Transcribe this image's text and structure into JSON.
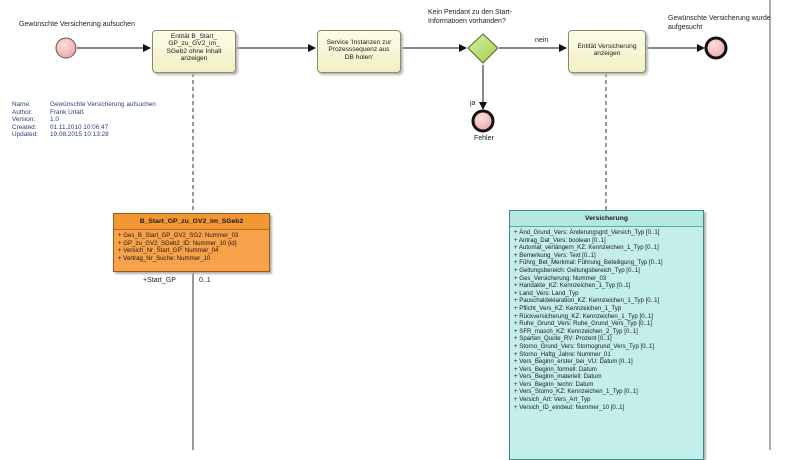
{
  "diagram": {
    "start_label": "Gewünschte Versicherung aufsuchen",
    "end_label": "Gewünschte Versicherung wurde aufgesucht",
    "task1": [
      "Entität B_Start_",
      "GP_zu_GV2_im_",
      "SGeb2 ohne Inhalt",
      "anzeigen"
    ],
    "task2": [
      "Service 'Instanzen zur",
      "Prozesssequenz aus",
      "DB holen'"
    ],
    "task3": [
      "Entität Versicherung",
      "anzeigen"
    ],
    "gateway_label": [
      "Kein Pendant zu den Start-",
      "Informatioen vorhanden?"
    ],
    "flow_nein": "nein",
    "flow_ja": "ja",
    "error_label": "Fehler",
    "metadata": [
      {
        "key": "Name:",
        "value": "Gewünschte Versicherung aufsuchen"
      },
      {
        "key": "Author:",
        "value": "Frank Urlaß"
      },
      {
        "key": "Version:",
        "value": "1.0"
      },
      {
        "key": "Created:",
        "value": "01.11.2010 10:06:47"
      },
      {
        "key": "Updated:",
        "value": "19.08.2015 10:13:28"
      }
    ],
    "class_b_start": {
      "name": "B_Start_GP_zu_GV2_im_SGeb2",
      "attributes": [
        "+   Ges_B_Start_GP_GV2_SG2: Nummer_03",
        "+   GP_zu_GV2_SGeb2_ID: Nummer_10 {id}",
        "+   Versich_Nr_Start_GP: Nummer_04",
        "+   Vertrag_Nr_Suche: Nummer_10"
      ],
      "role": "+Start_GP",
      "multiplicity": "0..1"
    },
    "class_versicherung": {
      "name": "Versicherung",
      "attributes": [
        "+   Änd_Grund_Vers: Änderungsgrd_Versich_Typ [0..1]",
        "+   Antrag_Dat_Vers: boolean [0..1]",
        "+   Automat_verlängern_KZ: Kennzeichen_1_Typ [0..1]",
        "+   Bemerkung_Vers: Text [0..1]",
        "+   Führg_Bet_Merkmal: Führung_Beteiligung_Typ [0..1]",
        "+   Geltungsbereich: Geltungsbereich_Typ [0..1]",
        "+   Ges_Versicherung: Nummer_03",
        "+   Handakte_KZ: Kennzeichen_1_Typ [0..1]",
        "+   Land_Vers: Land_Typ",
        "+   Pauschaldeklaration_KZ: Kennzeichen_1_Typ [0..1]",
        "+   Pflicht_Vers_KZ: Kennzeichen_1_Typ",
        "+   Rückversicherung_KZ: Kennzeichen_1_Typ [0..1]",
        "+   Ruhe_Grund_Vers: Ruhe_Grund_Vers_Typ [0..1]",
        "+   SFR_masch_KZ: Kennzeichen_2_Typ [0..1]",
        "+   Sparten_Quote_RV: Prozent [0..1]",
        "+   Storno_Grund_Vers: Stornogrund_Vers_Typ [0..1]",
        "+   Storno_Haftg_Jahre: Nummer_01",
        "+   Vers_Beginn_erster_bei_VU: Datum [0..1]",
        "+   Vers_Beginn_formell: Datum",
        "+   Vers_Beginn_materiell: Datum",
        "+   Vers_Beginn_techn: Datum",
        "+   Vers_Storno_KZ: Kennzeichen_1_Typ [0..1]",
        "+   Versich_Art: Vers_Art_Typ",
        "+   Versich_ID_eindeut: Nummer_10 [0..1]"
      ]
    }
  }
}
